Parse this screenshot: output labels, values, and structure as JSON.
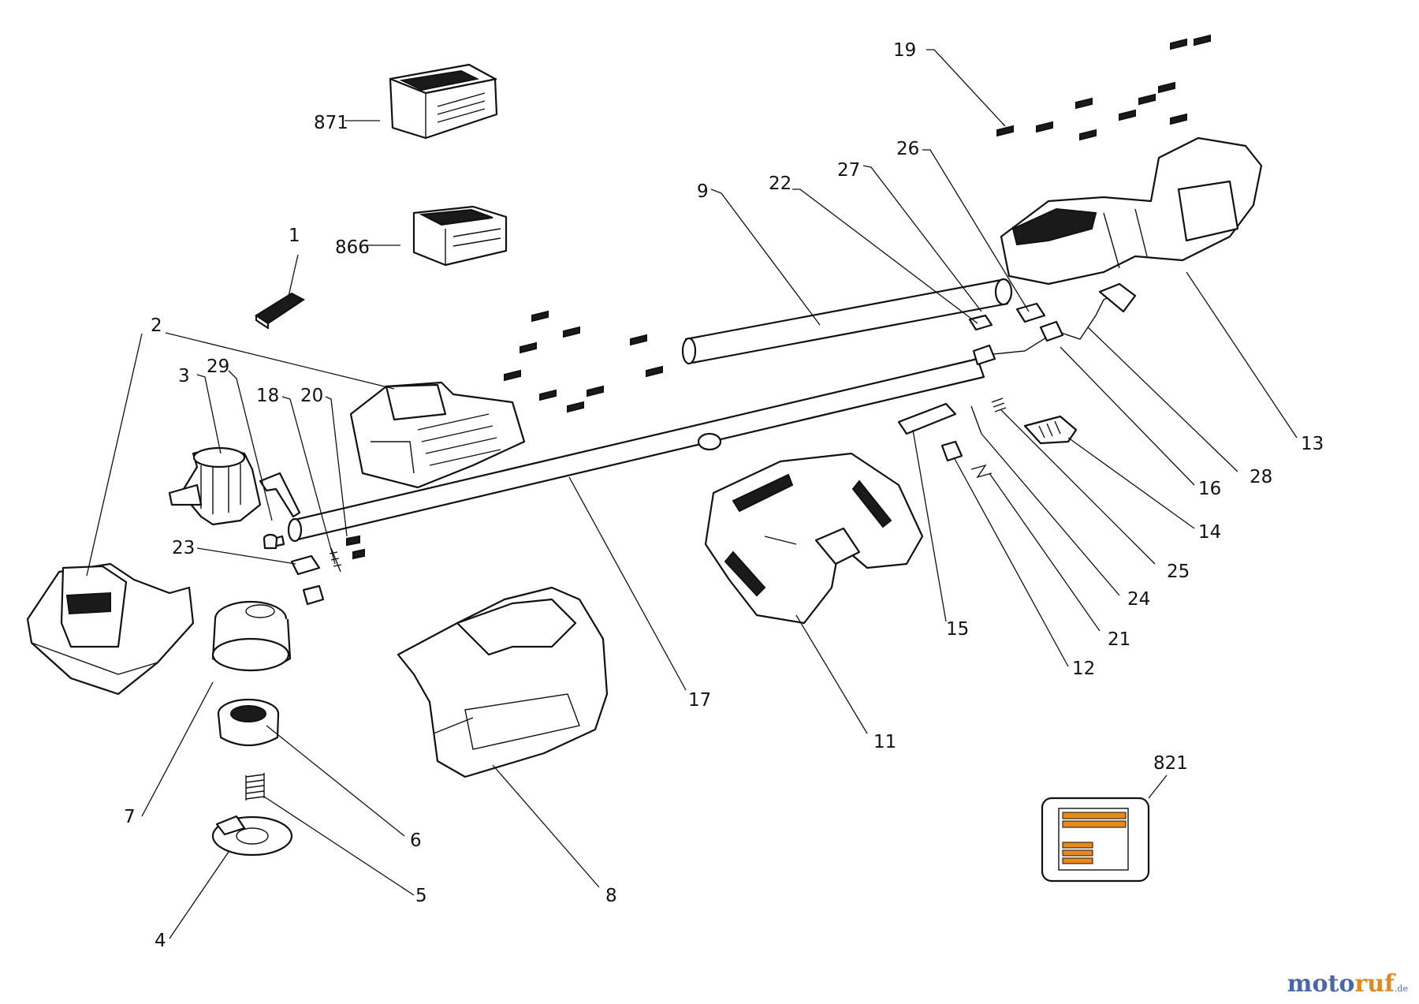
{
  "labels": {
    "l871": "871",
    "l866": "866",
    "l1": "1",
    "l2": "2",
    "l3": "3",
    "l29": "29",
    "l18": "18",
    "l20": "20",
    "l23": "23",
    "l7": "7",
    "l6": "6",
    "l5": "5",
    "l4": "4",
    "l8": "8",
    "l17": "17",
    "l9": "9",
    "l22": "22",
    "l27": "27",
    "l26": "26",
    "l19": "19",
    "l13": "13",
    "l28": "28",
    "l16": "16",
    "l14": "14",
    "l25": "25",
    "l24": "24",
    "l21": "21",
    "l12": "12",
    "l15": "15",
    "l11": "11",
    "l821": "821"
  },
  "watermark": {
    "brand_part1": "moto",
    "brand_part2": "ruf",
    "suffix": ".de"
  },
  "colors": {
    "accent_orange": "#e88a1a",
    "line": "#111111"
  }
}
